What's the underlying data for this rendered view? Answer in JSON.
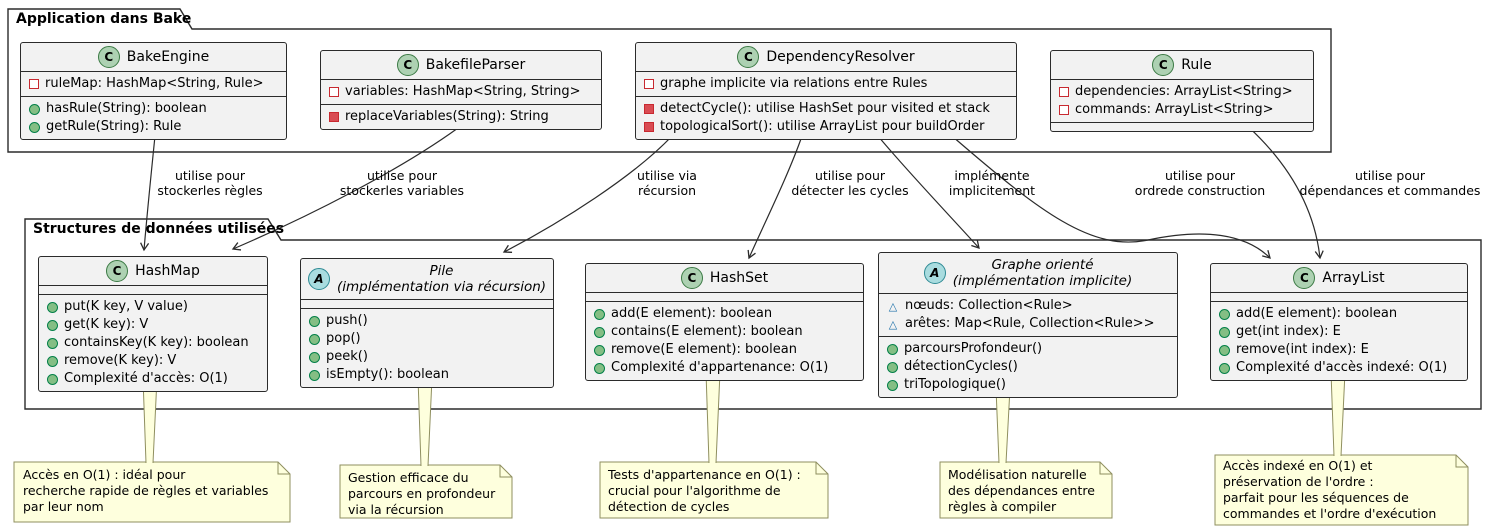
{
  "packages": {
    "app": {
      "title": "Application dans Bake"
    },
    "structures": {
      "title": "Structures de données utilisées"
    }
  },
  "icons": {
    "class_badge": "C",
    "abstract_badge": "A",
    "package_private_triangle": "△",
    "public_method": "green-circle",
    "private_method": "red-filled-square",
    "private_field": "red-open-square"
  },
  "classes": {
    "bake_engine": {
      "badge": "C",
      "title": "BakeEngine",
      "fields": [
        {
          "t": "ruleMap: HashMap<String, Rule>"
        }
      ],
      "methods": [
        {
          "t": "hasRule(String): boolean"
        },
        {
          "t": "getRule(String): Rule"
        }
      ]
    },
    "bakefile_parser": {
      "badge": "C",
      "title": "BakefileParser",
      "fields": [
        {
          "t": "variables: HashMap<String, String>"
        }
      ],
      "methods": [
        {
          "t": "replaceVariables(String): String"
        }
      ]
    },
    "dependency_resolver": {
      "badge": "C",
      "title": "DependencyResolver",
      "fields": [
        {
          "t": "graphe implicite via relations entre Rules"
        }
      ],
      "methods": [
        {
          "t": "detectCycle(): utilise HashSet pour visited et stack"
        },
        {
          "t": "topologicalSort(): utilise ArrayList pour buildOrder"
        }
      ]
    },
    "rule": {
      "badge": "C",
      "title": "Rule",
      "fields": [
        {
          "t": "dependencies: ArrayList<String>"
        },
        {
          "t": "commands: ArrayList<String>"
        }
      ],
      "methods": []
    },
    "hash_map": {
      "badge": "C",
      "title": "HashMap",
      "fields": [],
      "methods": [
        {
          "t": "put(K key, V value)"
        },
        {
          "t": "get(K key): V"
        },
        {
          "t": "containsKey(K key): boolean"
        },
        {
          "t": "remove(K key): V"
        },
        {
          "t": "Complexité d'accès: O(1)"
        }
      ]
    },
    "pile": {
      "badge": "A",
      "title": "Pile",
      "subtitle": "(implémentation via récursion)",
      "fields": [],
      "methods": [
        {
          "t": "push()"
        },
        {
          "t": "pop()"
        },
        {
          "t": "peek()"
        },
        {
          "t": "isEmpty(): boolean"
        }
      ]
    },
    "hash_set": {
      "badge": "C",
      "title": "HashSet",
      "fields": [],
      "methods": [
        {
          "t": "add(E element): boolean"
        },
        {
          "t": "contains(E element): boolean"
        },
        {
          "t": "remove(E element): boolean"
        },
        {
          "t": "Complexité d'appartenance: O(1)"
        }
      ]
    },
    "graphe_oriente": {
      "badge": "A",
      "title": "Graphe orienté",
      "subtitle": "(implémentation implicite)",
      "fields": [
        {
          "t": "nœuds: Collection<Rule>"
        },
        {
          "t": "arêtes: Map<Rule, Collection<Rule>>"
        }
      ],
      "methods": [
        {
          "t": "parcoursProfondeur()"
        },
        {
          "t": "détectionCycles()"
        },
        {
          "t": "triTopologique()"
        }
      ]
    },
    "array_list": {
      "badge": "C",
      "title": "ArrayList",
      "fields": [],
      "methods": [
        {
          "t": "add(E element): boolean"
        },
        {
          "t": "get(int index): E"
        },
        {
          "t": "remove(int index): E"
        },
        {
          "t": "Complexité d'accès indexé: O(1)"
        }
      ]
    }
  },
  "edge_labels": [
    {
      "l1": "utilise pour",
      "l2": "stockerles règles"
    },
    {
      "l1": "utilise pour",
      "l2": "stockerles variables"
    },
    {
      "l1": "utilise via",
      "l2": "récursion"
    },
    {
      "l1": "utilise pour",
      "l2": "détecter les cycles"
    },
    {
      "l1": "implémente",
      "l2": "implicitement"
    },
    {
      "l1": "utilise pour",
      "l2": "ordrede construction"
    },
    {
      "l1": "utilise pour",
      "l2": "dépendances et commandes"
    }
  ],
  "notes": [
    {
      "lines": [
        "Accès en O(1) : idéal pour",
        "recherche rapide de règles et variables",
        "par leur nom"
      ]
    },
    {
      "lines": [
        "Gestion efficace du",
        "parcours en profondeur",
        "via la récursion"
      ]
    },
    {
      "lines": [
        "Tests d'appartenance en O(1) :",
        "crucial pour l'algorithme de",
        "détection de cycles"
      ]
    },
    {
      "lines": [
        "Modélisation naturelle",
        "des dépendances entre",
        "règles à compiler"
      ]
    },
    {
      "lines": [
        "Accès indexé en O(1) et",
        "préservation de l'ordre :",
        "parfait pour les séquences de",
        "commandes et l'ordre d'exécution"
      ]
    }
  ],
  "colors": {
    "class_fill": "#F2F2F2",
    "class_border": "#2B2B2B",
    "class_badge_fill": "#ADD1B2",
    "abstract_badge_fill": "#A9DCDF",
    "note_fill": "#FEFFDD",
    "note_border": "#8F8F5F",
    "public_method_green": "#84BE84",
    "private_red": "#C82930",
    "package_private_blue": "#1A6FA8",
    "line": "#2B2B2B"
  }
}
